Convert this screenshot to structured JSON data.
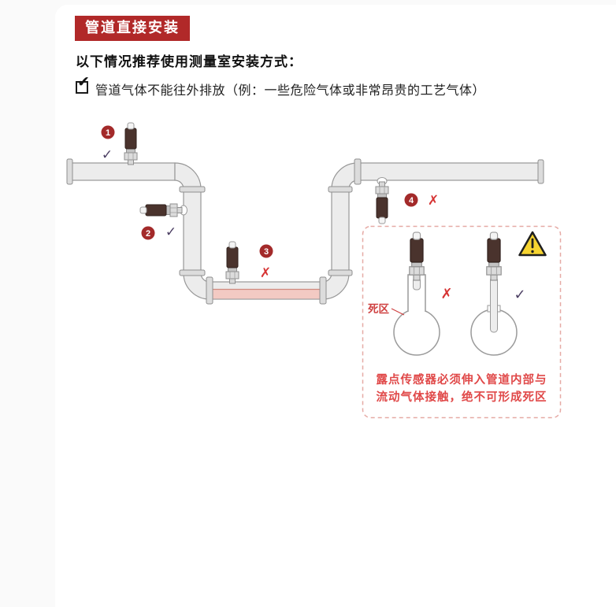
{
  "colors": {
    "badge_bg": "#b12929",
    "number_badge": "#a32a2a",
    "check": "#4c3f63",
    "cross": "#d63434",
    "caption": "#e04848",
    "dead_zone_label": "#cf4040",
    "pipe_fill": "#ececec",
    "condensate": "#f3cac3",
    "warning_yellow": "#f6d431"
  },
  "header": {
    "title": "管道直接安装",
    "subtitle": "以下情况推荐使用测量室安装方式："
  },
  "checklist": {
    "check_glyph": "✔",
    "item": "管道气体不能往外排放（例：一些危险气体或非常昂贵的工艺气体）"
  },
  "diagram": {
    "positions": [
      {
        "num": "1",
        "mark": "✓",
        "status": "ok"
      },
      {
        "num": "2",
        "mark": "✓",
        "status": "ok"
      },
      {
        "num": "3",
        "mark": "✗",
        "status": "wrong"
      },
      {
        "num": "4",
        "mark": "✗",
        "status": "wrong"
      }
    ],
    "detail": {
      "dead_zone_label": "死区",
      "wrong_mark": "✗",
      "ok_mark": "✓",
      "caption_line1": "露点传感器必须伸入管道内部与",
      "caption_line2": "流动气体接触，绝不可形成死区"
    }
  }
}
